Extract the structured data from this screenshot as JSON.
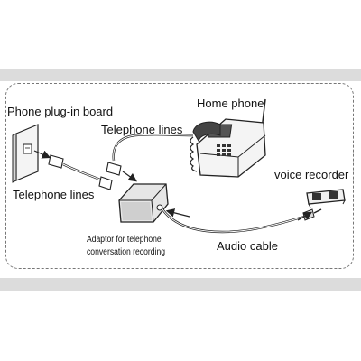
{
  "diagram": {
    "labels": {
      "phone_plug_in_board": "Phone plug-in board",
      "home_phone": "Home phone",
      "telephone_lines_top": "Telephone lines",
      "telephone_lines_left": "Telephone lines",
      "voice_recorder": "voice recorder",
      "adaptor_line1": "Adaptor for telephone",
      "adaptor_line2": "conversation recording",
      "audio_cable": "Audio cable"
    },
    "colors": {
      "line": "#222222",
      "band": "#dcdcdc",
      "border": "#777777"
    }
  }
}
